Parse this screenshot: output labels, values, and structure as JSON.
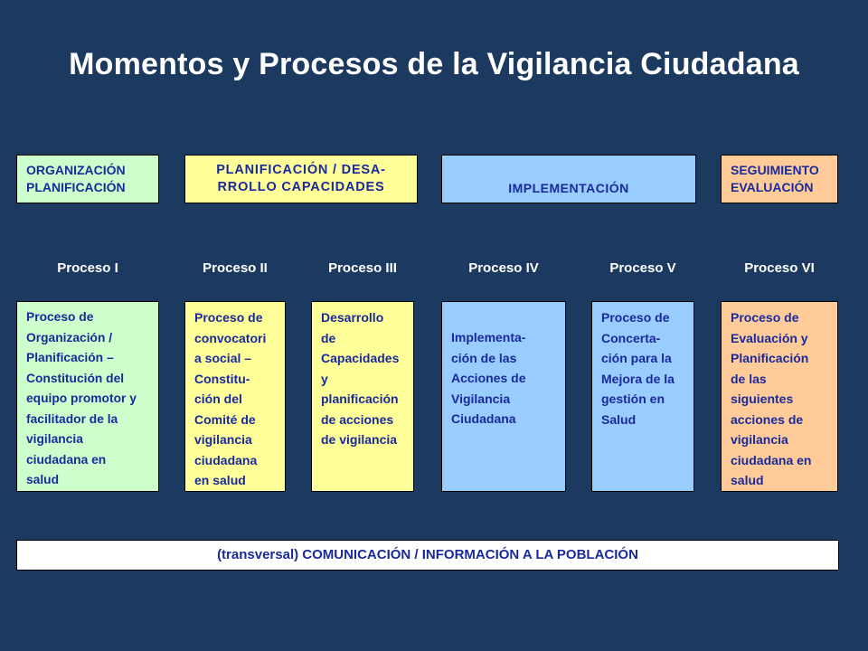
{
  "title": "Momentos y Procesos de la Vigilancia Ciudadana",
  "phases": [
    {
      "text": "ORGANIZACIÓN\nPLANIFICACIÓN"
    },
    {
      "text": "PLANIFICACIÓN / DESA-\nRROLLO CAPACIDADES"
    },
    {
      "text": "IMPLEMENTACIÓN"
    },
    {
      "text": "SEGUIMIENTO\nEVALUACIÓN"
    }
  ],
  "processes": [
    {
      "label": "Proceso I",
      "text": "Proceso de\nOrganización /\nPlanificación –\nConstitución del\nequipo promotor y\nfacilitador de la\nvigilancia\nciudadana en\nsalud"
    },
    {
      "label": "Proceso II",
      "text": "Proceso de\nconvocatori\na social –\nConstitu-\nción del\nComité de\nvigilancia\nciudadana\nen salud"
    },
    {
      "label": "Proceso III",
      "text": "Desarrollo\nde\nCapacidades\ny\nplanificación\nde acciones\nde vigilancia"
    },
    {
      "label": "Proceso IV",
      "text": "Implementa-\nción de las\nAcciones de\nVigilancia\nCiudadana"
    },
    {
      "label": "Proceso V",
      "text": "Proceso de\nConcerta-\nción para la\nMejora de la\ngestión en\nSalud"
    },
    {
      "label": "Proceso VI",
      "text": "Proceso de\nEvaluación y\nPlanificación\nde las\nsiguientes\nacciones de\nvigilancia\nciudadana en\nsalud"
    }
  ],
  "transversal": "(transversal) COMUNICACIÓN / INFORMACIÓN A LA POBLACIÓN",
  "colors": {
    "background": "#1c3a60",
    "green": "#ccffcc",
    "yellow": "#ffff99",
    "blue": "#99ccff",
    "peach": "#ffcc99",
    "text": "#1a2a9a"
  }
}
